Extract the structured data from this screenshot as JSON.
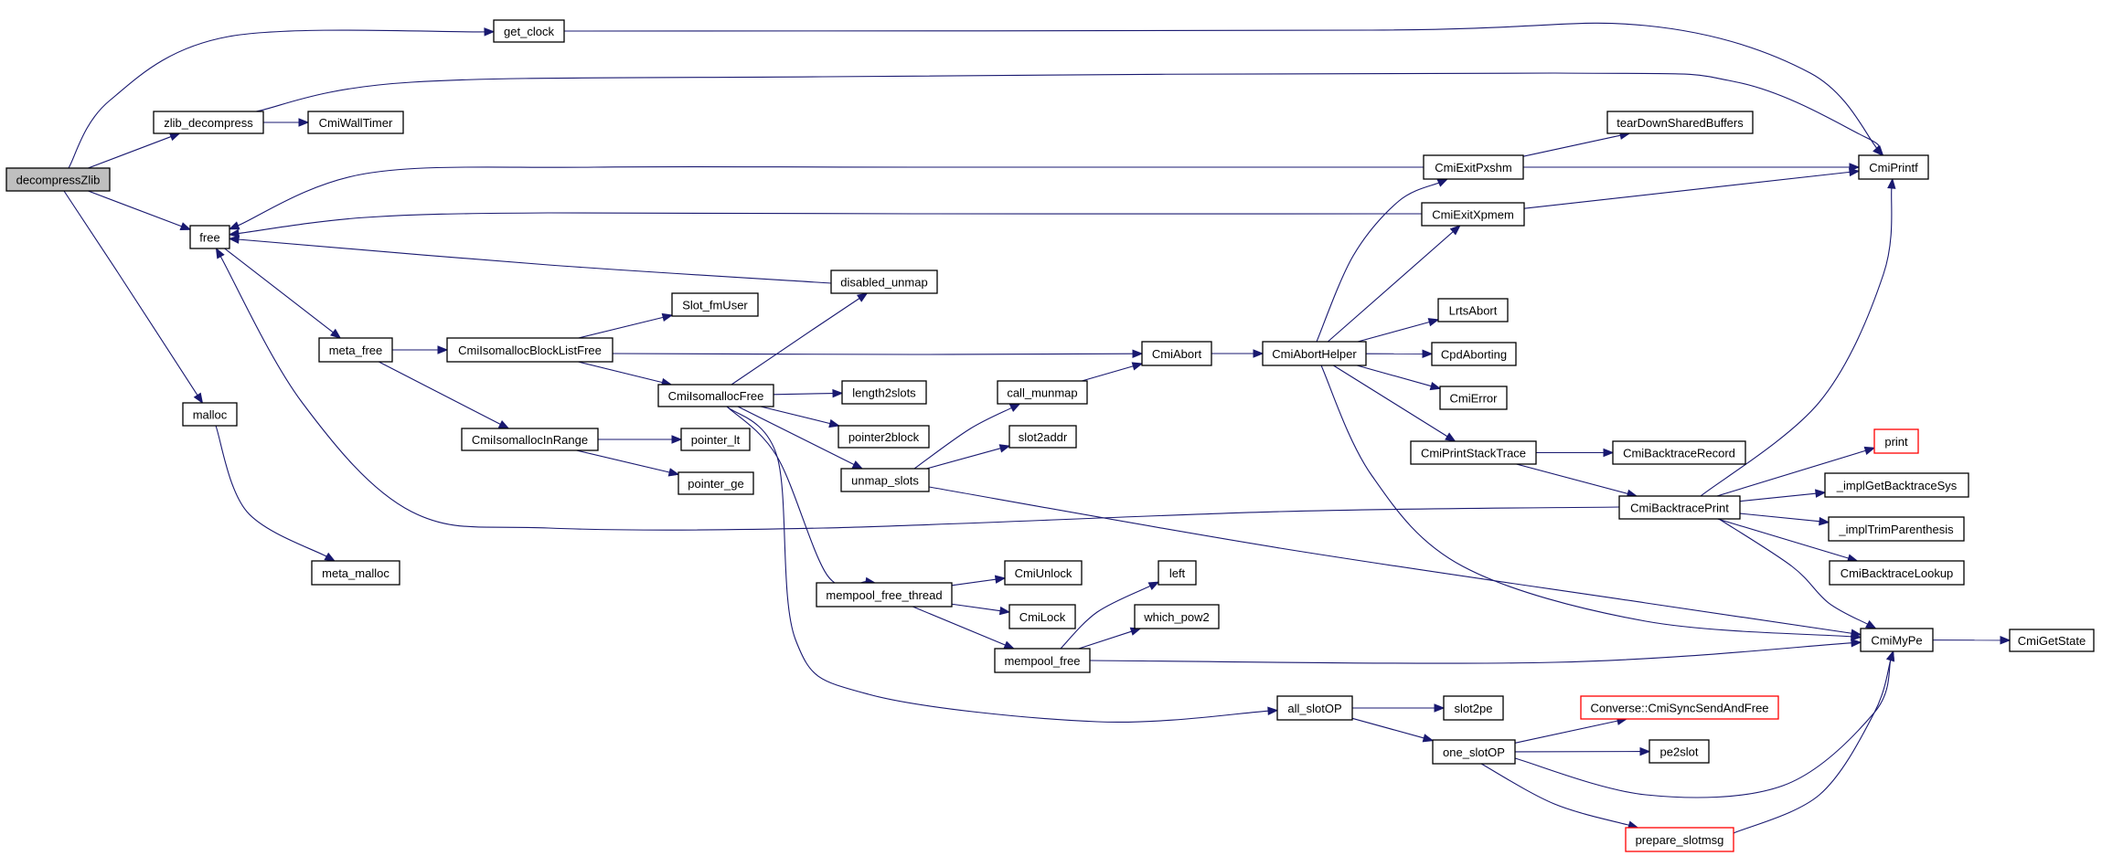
{
  "title": "Call graph for decompressZlib",
  "colors": {
    "edge": "#191970",
    "root_fill": "#bfbfbf",
    "external_border": "#ff0000",
    "node_border": "#000000"
  },
  "nodes": [
    {
      "id": "decompressZlib",
      "label": "decompressZlib",
      "kind": "root"
    },
    {
      "id": "get_clock",
      "label": "get_clock"
    },
    {
      "id": "zlib_decompress",
      "label": "zlib_decompress"
    },
    {
      "id": "CmiWallTimer",
      "label": "CmiWallTimer"
    },
    {
      "id": "free",
      "label": "free"
    },
    {
      "id": "malloc",
      "label": "malloc"
    },
    {
      "id": "meta_malloc",
      "label": "meta_malloc"
    },
    {
      "id": "meta_free",
      "label": "meta_free"
    },
    {
      "id": "CmiIsomallocBlockListFree",
      "label": "CmiIsomallocBlockListFree"
    },
    {
      "id": "CmiIsomallocInRange",
      "label": "CmiIsomallocInRange"
    },
    {
      "id": "Slot_fmUser",
      "label": "Slot_fmUser"
    },
    {
      "id": "CmiIsomallocFree",
      "label": "CmiIsomallocFree"
    },
    {
      "id": "pointer_lt",
      "label": "pointer_lt"
    },
    {
      "id": "pointer_ge",
      "label": "pointer_ge"
    },
    {
      "id": "disabled_unmap",
      "label": "disabled_unmap"
    },
    {
      "id": "length2slots",
      "label": "length2slots"
    },
    {
      "id": "pointer2block",
      "label": "pointer2block"
    },
    {
      "id": "unmap_slots",
      "label": "unmap_slots"
    },
    {
      "id": "call_munmap",
      "label": "call_munmap"
    },
    {
      "id": "slot2addr",
      "label": "slot2addr"
    },
    {
      "id": "CmiAbort",
      "label": "CmiAbort"
    },
    {
      "id": "CmiAbortHelper",
      "label": "CmiAbortHelper"
    },
    {
      "id": "mempool_free_thread",
      "label": "mempool_free_thread"
    },
    {
      "id": "CmiUnlock",
      "label": "CmiUnlock"
    },
    {
      "id": "CmiLock",
      "label": "CmiLock"
    },
    {
      "id": "mempool_free",
      "label": "mempool_free"
    },
    {
      "id": "left",
      "label": "left"
    },
    {
      "id": "which_pow2",
      "label": "which_pow2"
    },
    {
      "id": "all_slotOP",
      "label": "all_slotOP"
    },
    {
      "id": "slot2pe",
      "label": "slot2pe"
    },
    {
      "id": "one_slotOP",
      "label": "one_slotOP"
    },
    {
      "id": "CmiSyncSendAndFree",
      "label": "Converse::CmiSyncSendAndFree",
      "kind": "external"
    },
    {
      "id": "pe2slot",
      "label": "pe2slot"
    },
    {
      "id": "prepare_slotmsg",
      "label": "prepare_slotmsg",
      "kind": "external"
    },
    {
      "id": "CmiExitPxshm",
      "label": "CmiExitPxshm"
    },
    {
      "id": "CmiExitXpmem",
      "label": "CmiExitXpmem"
    },
    {
      "id": "tearDownSharedBuffers",
      "label": "tearDownSharedBuffers"
    },
    {
      "id": "CmiPrintf",
      "label": "CmiPrintf"
    },
    {
      "id": "LrtsAbort",
      "label": "LrtsAbort"
    },
    {
      "id": "CpdAborting",
      "label": "CpdAborting"
    },
    {
      "id": "CmiError",
      "label": "CmiError"
    },
    {
      "id": "CmiPrintStackTrace",
      "label": "CmiPrintStackTrace"
    },
    {
      "id": "CmiBacktraceRecord",
      "label": "CmiBacktraceRecord"
    },
    {
      "id": "CmiBacktracePrint",
      "label": "CmiBacktracePrint"
    },
    {
      "id": "print",
      "label": "print",
      "kind": "external"
    },
    {
      "id": "_implGetBacktraceSys",
      "label": "_implGetBacktraceSys"
    },
    {
      "id": "_implTrimParenthesis",
      "label": "_implTrimParenthesis"
    },
    {
      "id": "CmiBacktraceLookup",
      "label": "CmiBacktraceLookup"
    },
    {
      "id": "CmiMyPe",
      "label": "CmiMyPe"
    },
    {
      "id": "CmiGetState",
      "label": "CmiGetState"
    }
  ],
  "edges": [
    [
      "decompressZlib",
      "get_clock"
    ],
    [
      "decompressZlib",
      "zlib_decompress"
    ],
    [
      "decompressZlib",
      "free"
    ],
    [
      "decompressZlib",
      "malloc"
    ],
    [
      "get_clock",
      "CmiPrintf"
    ],
    [
      "zlib_decompress",
      "CmiWallTimer"
    ],
    [
      "zlib_decompress",
      "CmiPrintf"
    ],
    [
      "malloc",
      "meta_malloc"
    ],
    [
      "free",
      "meta_free"
    ],
    [
      "meta_free",
      "CmiIsomallocBlockListFree"
    ],
    [
      "meta_free",
      "CmiIsomallocInRange"
    ],
    [
      "CmiIsomallocBlockListFree",
      "Slot_fmUser"
    ],
    [
      "CmiIsomallocBlockListFree",
      "CmiIsomallocFree"
    ],
    [
      "CmiIsomallocBlockListFree",
      "CmiAbort"
    ],
    [
      "CmiIsomallocInRange",
      "pointer_lt"
    ],
    [
      "CmiIsomallocInRange",
      "pointer_ge"
    ],
    [
      "CmiIsomallocFree",
      "disabled_unmap"
    ],
    [
      "CmiIsomallocFree",
      "length2slots"
    ],
    [
      "CmiIsomallocFree",
      "pointer2block"
    ],
    [
      "CmiIsomallocFree",
      "unmap_slots"
    ],
    [
      "CmiIsomallocFree",
      "mempool_free_thread"
    ],
    [
      "CmiIsomallocFree",
      "all_slotOP"
    ],
    [
      "disabled_unmap",
      "free"
    ],
    [
      "unmap_slots",
      "call_munmap"
    ],
    [
      "unmap_slots",
      "slot2addr"
    ],
    [
      "unmap_slots",
      "CmiMyPe"
    ],
    [
      "call_munmap",
      "CmiAbort"
    ],
    [
      "CmiAbort",
      "CmiAbortHelper"
    ],
    [
      "CmiAbortHelper",
      "CmiExitPxshm"
    ],
    [
      "CmiAbortHelper",
      "CmiExitXpmem"
    ],
    [
      "CmiAbortHelper",
      "LrtsAbort"
    ],
    [
      "CmiAbortHelper",
      "CpdAborting"
    ],
    [
      "CmiAbortHelper",
      "CmiError"
    ],
    [
      "CmiAbortHelper",
      "CmiPrintStackTrace"
    ],
    [
      "CmiAbortHelper",
      "CmiMyPe"
    ],
    [
      "CmiExitPxshm",
      "free"
    ],
    [
      "CmiExitPxshm",
      "tearDownSharedBuffers"
    ],
    [
      "CmiExitPxshm",
      "CmiPrintf"
    ],
    [
      "CmiExitXpmem",
      "free"
    ],
    [
      "CmiExitXpmem",
      "CmiPrintf"
    ],
    [
      "CmiPrintStackTrace",
      "CmiBacktraceRecord"
    ],
    [
      "CmiPrintStackTrace",
      "CmiBacktracePrint"
    ],
    [
      "CmiBacktracePrint",
      "free"
    ],
    [
      "CmiBacktracePrint",
      "print"
    ],
    [
      "CmiBacktracePrint",
      "_implGetBacktraceSys"
    ],
    [
      "CmiBacktracePrint",
      "_implTrimParenthesis"
    ],
    [
      "CmiBacktracePrint",
      "CmiBacktraceLookup"
    ],
    [
      "CmiBacktracePrint",
      "CmiPrintf"
    ],
    [
      "CmiBacktracePrint",
      "CmiMyPe"
    ],
    [
      "mempool_free_thread",
      "CmiUnlock"
    ],
    [
      "mempool_free_thread",
      "CmiLock"
    ],
    [
      "mempool_free_thread",
      "mempool_free"
    ],
    [
      "mempool_free",
      "left"
    ],
    [
      "mempool_free",
      "which_pow2"
    ],
    [
      "mempool_free",
      "CmiMyPe"
    ],
    [
      "all_slotOP",
      "slot2pe"
    ],
    [
      "all_slotOP",
      "one_slotOP"
    ],
    [
      "one_slotOP",
      "CmiSyncSendAndFree"
    ],
    [
      "one_slotOP",
      "pe2slot"
    ],
    [
      "one_slotOP",
      "prepare_slotmsg"
    ],
    [
      "one_slotOP",
      "CmiMyPe"
    ],
    [
      "prepare_slotmsg",
      "CmiMyPe"
    ],
    [
      "CmiMyPe",
      "CmiGetState"
    ]
  ]
}
